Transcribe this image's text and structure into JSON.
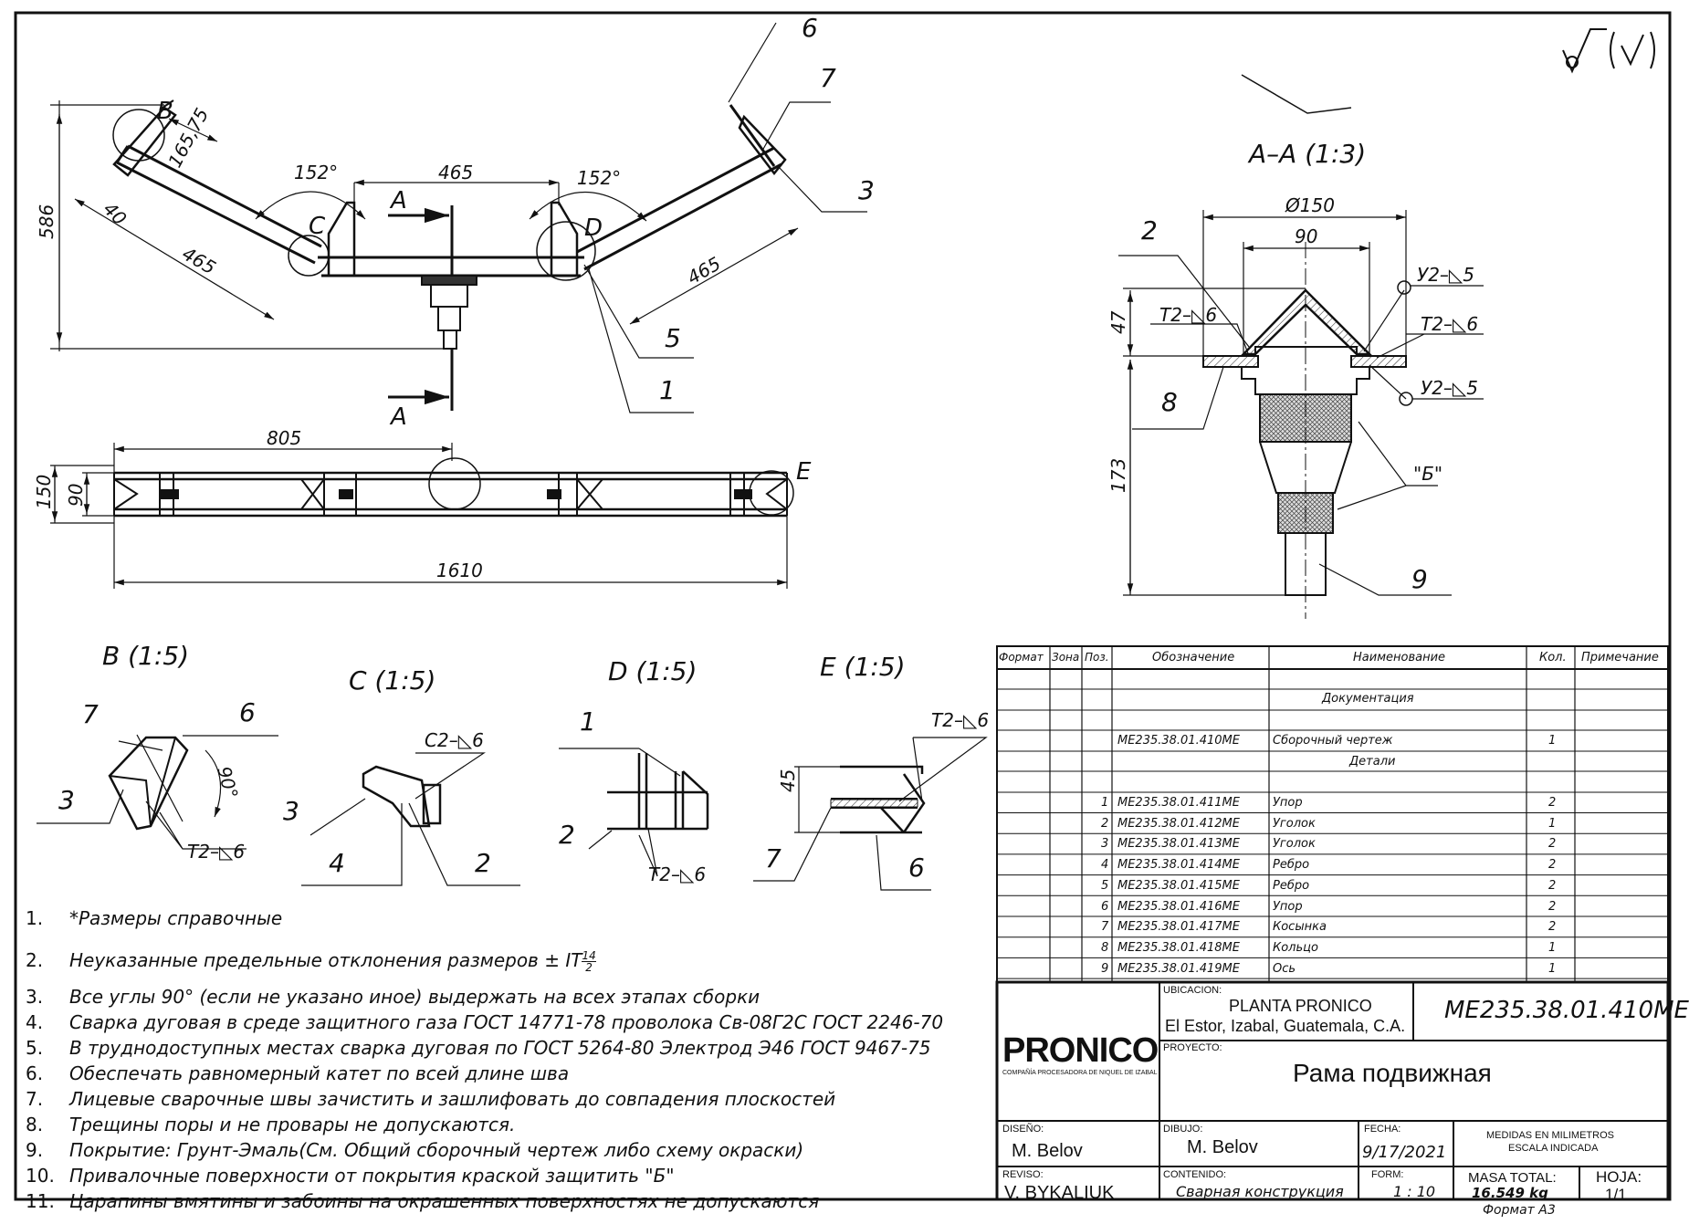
{
  "views": {
    "main_dims": {
      "d586": "586",
      "d165": "165,75",
      "d40": "40",
      "d465a": "465",
      "d152a": "152°",
      "d465top": "465",
      "d152b": "152°",
      "d465b": "465"
    },
    "main_labels": {
      "c": "C",
      "d": "D",
      "a1": "A",
      "a2": "A",
      "b": "B"
    },
    "plan_dims": {
      "d805": "805",
      "d150": "150",
      "d90": "90",
      "d1610": "1610",
      "e": "E"
    },
    "section": {
      "title": "A–A (1:3)",
      "d150": "Ø150",
      "d90": "90",
      "d47": "47",
      "d173": "173",
      "w1": "Т2–◺6",
      "w2": "У2–◺5",
      "w3": "Т2–◺6",
      "w4": "У2–◺5",
      "b": "\"Б\""
    },
    "details": {
      "b_title": "B (1:5)",
      "c_title": "C (1:5)",
      "d_title": "D (1:5)",
      "e_title": "E (1:5)",
      "d90": "90°",
      "wb": "Т2–◺6",
      "wc": "С2–◺6",
      "wd": "Т2–◺6",
      "we": "Т2–◺6",
      "d45": "45"
    },
    "callouts": {
      "p1": "1",
      "p2": "2",
      "p3": "3",
      "p4": "4",
      "p5": "5",
      "p6": "6",
      "p7": "7",
      "p8": "8",
      "p9": "9"
    }
  },
  "notes": [
    {
      "n": "1.",
      "t": "*Размеры справочные"
    },
    {
      "n": "2.",
      "t": "Неуказанные предельные отклонения размеров ± IT",
      "sup": "14",
      "sub": "2"
    },
    {
      "n": "3.",
      "t": "Все углы 90° (если не указано иное) выдержать на всех этапах сборки"
    },
    {
      "n": "4.",
      "t": "Сварка дуговая в среде защитного газа ГОСТ 14771-78 проволока Св-08Г2С ГОСТ 2246-70"
    },
    {
      "n": "5.",
      "t": "В труднодоступных местах сварка дуговая по ГОСТ 5264-80 Электрод Э46 ГОСТ 9467-75"
    },
    {
      "n": "6.",
      "t": "Обеспечать равномерный катет по всей длине шва"
    },
    {
      "n": "7.",
      "t": "Лицевые сварочные швы зачистить и зашлифовать до совпадения плоскостей"
    },
    {
      "n": "8.",
      "t": "Трещины поры и не провары не допускаются."
    },
    {
      "n": "9.",
      "t": "Покрытие: Грунт-Эмаль(См. Общий сборочный чертеж либо схему окраски)"
    },
    {
      "n": "10.",
      "t": "Привалочные поверхности от покрытия краской защитить \"Б\""
    },
    {
      "n": "11.",
      "t": "Царапины вмятины и забоины на окрашенных поверхностях не допускаются"
    }
  ],
  "spec": {
    "headers": [
      "Формат",
      "Зона",
      "Поз.",
      "Обозначение",
      "Наименование",
      "Кол.",
      "Примечание"
    ],
    "section_docs": "Документация",
    "section_parts": "Детали",
    "doc_row": {
      "code": "ME235.38.01.410ME",
      "name": "Сборочный чертеж",
      "qty": "1"
    },
    "rows": [
      {
        "pos": "1",
        "code": "ME235.38.01.411ME",
        "name": "Упор",
        "qty": "2"
      },
      {
        "pos": "2",
        "code": "ME235.38.01.412ME",
        "name": "Уголок",
        "qty": "1"
      },
      {
        "pos": "3",
        "code": "ME235.38.01.413ME",
        "name": "Уголок",
        "qty": "2"
      },
      {
        "pos": "4",
        "code": "ME235.38.01.414ME",
        "name": "Ребро",
        "qty": "2"
      },
      {
        "pos": "5",
        "code": "ME235.38.01.415ME",
        "name": "Ребро",
        "qty": "2"
      },
      {
        "pos": "6",
        "code": "ME235.38.01.416ME",
        "name": "Упор",
        "qty": "2"
      },
      {
        "pos": "7",
        "code": "ME235.38.01.417ME",
        "name": "Косынка",
        "qty": "2"
      },
      {
        "pos": "8",
        "code": "ME235.38.01.418ME",
        "name": "Кольцо",
        "qty": "1"
      },
      {
        "pos": "9",
        "code": "ME235.38.01.419ME",
        "name": "Ось",
        "qty": "1"
      }
    ]
  },
  "titleblock": {
    "logo_main": "PRONICO",
    "logo_sub": "COMPAÑÍA PROCESADORA DE NIQUEL DE IZABAL",
    "ubicacion_label": "UBICACION:",
    "ubicacion_1": "PLANTA PRONICO",
    "ubicacion_2": "El Estor, Izabal, Guatemala, C.A.",
    "doc_code": "ME235.38.01.410ME",
    "proyecto_label": "PROYECTO:",
    "proyecto": "Рама подвижная",
    "diseno_label": "DISEÑO:",
    "diseno": "M. Belov",
    "dibujo_label": "DIBUJO:",
    "dibujo": "M. Belov",
    "fecha_label": "FECHA:",
    "fecha": "9/17/2021",
    "medidas_1": "MEDIDAS EN MILIMETROS",
    "medidas_2": "ESCALA INDICADA",
    "reviso_label": "REVISO:",
    "reviso": "V. BYKALIUK",
    "contenido_label": "CONTENIDO:",
    "contenido": "Сварная конструкция",
    "form_label": "FORM:",
    "form": "1 : 10",
    "masa_label": "MASA TOTAL:",
    "masa": "16.549 kg",
    "hoja_label": "HOJA:",
    "hoja": "1/1",
    "formato": "Формат А3"
  }
}
